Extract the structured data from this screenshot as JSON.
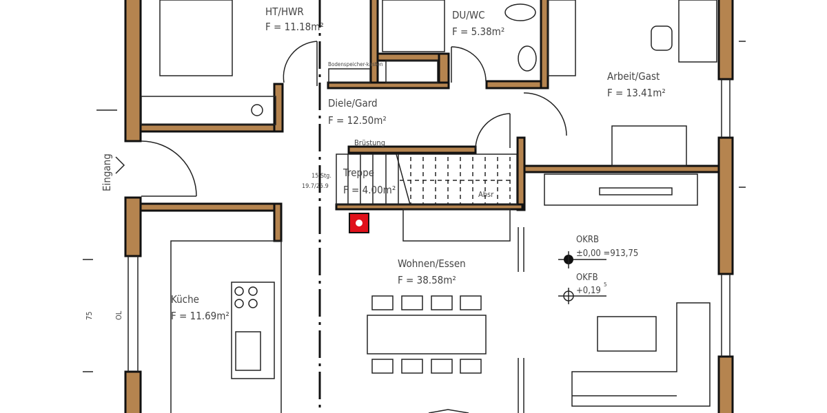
{
  "rooms": {
    "hwr": {
      "name": "HT/HWR",
      "area": "F = 11.18m²"
    },
    "wc": {
      "name": "DU/WC",
      "area": "F = 5.38m²"
    },
    "arbeit": {
      "name": "Arbeit/Gast",
      "area": "F = 13.41m²"
    },
    "diele": {
      "name": "Diele/Gard",
      "area": "F = 12.50m²"
    },
    "treppe": {
      "name": "Treppe",
      "area": "F = 4.00m²"
    },
    "wohnen": {
      "name": "Wohnen/Essen",
      "area": "F = 38.58m²"
    },
    "kueche": {
      "name": "Küche",
      "area": "F = 11.69m²"
    }
  },
  "labels": {
    "bruestung": "Brüstung",
    "absr": "Absr",
    "stufen": "15 Stg.",
    "steigung": "19.7/25.9",
    "eingang": "Eingang",
    "bodenkasten": "Bodenspeicher-kasten",
    "side1": "75",
    "side2": "OL"
  },
  "levels": {
    "okrb": "OKRB",
    "okrb_val": "±0,00 =913,75",
    "okfb": "OKFB",
    "okfb_val": "+0,19",
    "okfb_sup": "5"
  },
  "colors": {
    "wall": "#b5844f",
    "marker": "#e0101a"
  }
}
